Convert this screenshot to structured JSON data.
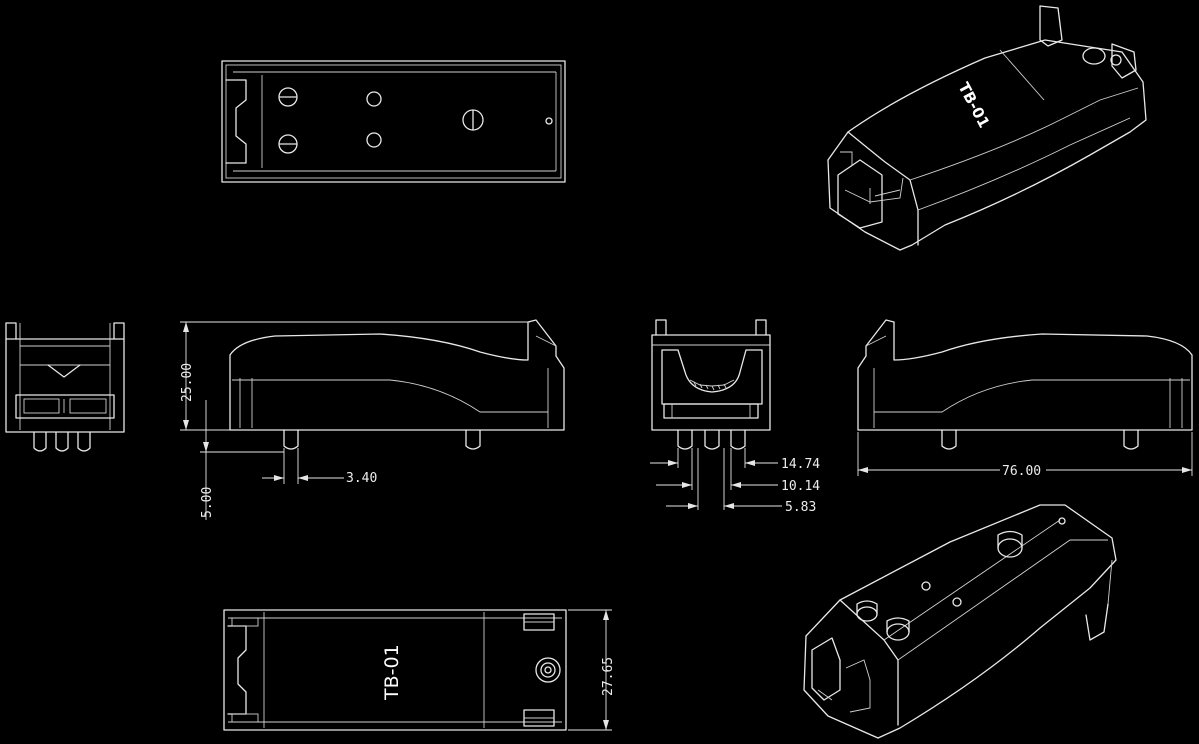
{
  "part_label": "TB-01",
  "dimensions": {
    "height": "25.00",
    "pin_length": "5.00",
    "pin_offset": "3.40",
    "pin_pitch_outer": "14.74",
    "pin_pitch_mid": "10.14",
    "pin_pitch_inner": "5.83",
    "overall_length": "76.00",
    "overall_width": "27.65"
  }
}
